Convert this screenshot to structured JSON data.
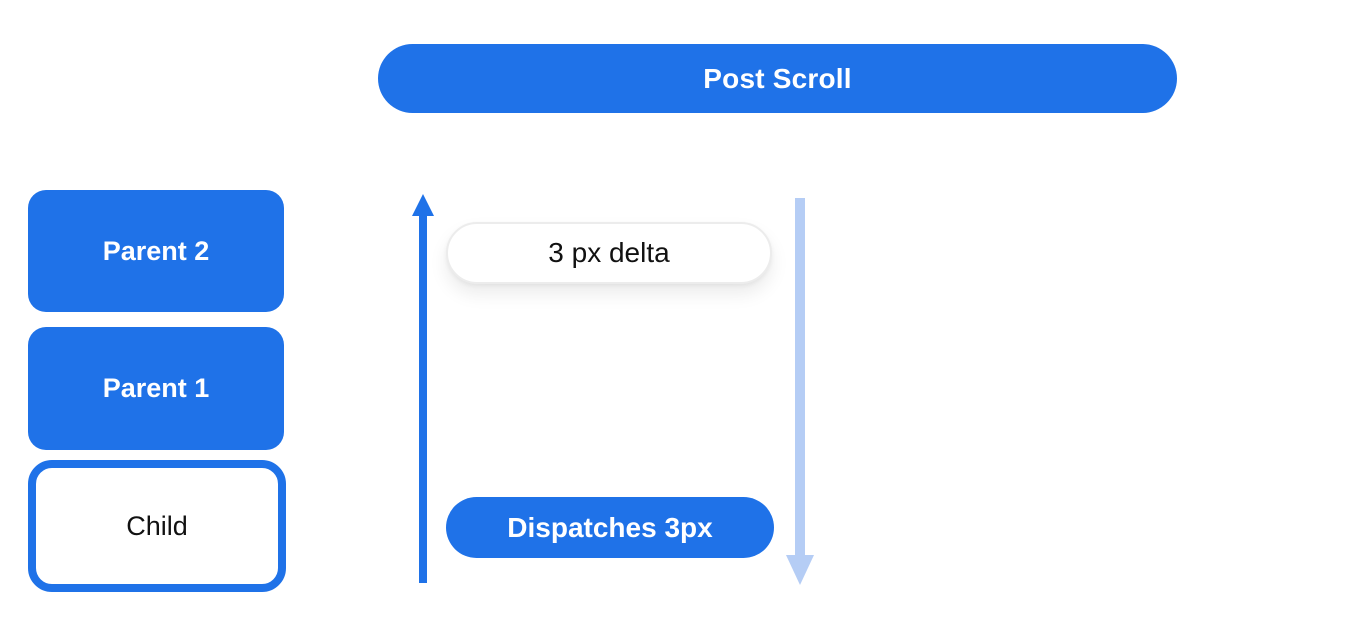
{
  "colors": {
    "primary_blue": "#1f72e8",
    "light_blue": "#b5cdf5",
    "delta_pill_border": "#ececec",
    "text_dark": "#111111",
    "text_white": "#ffffff"
  },
  "header": {
    "label": "Post Scroll"
  },
  "nodes": [
    {
      "id": "parent-2",
      "label": "Parent 2",
      "style": "filled-blue"
    },
    {
      "id": "parent-1",
      "label": "Parent 1",
      "style": "filled-blue"
    },
    {
      "id": "child",
      "label": "Child",
      "style": "outlined"
    }
  ],
  "flow": {
    "delta_label": "3 px delta",
    "dispatch_label": "Dispatches 3px",
    "icons": [
      {
        "name": "up-arrow-icon",
        "direction": "up",
        "color": "#1f72e8"
      },
      {
        "name": "down-arrow-icon",
        "direction": "down",
        "color": "#b5cdf5"
      }
    ]
  }
}
